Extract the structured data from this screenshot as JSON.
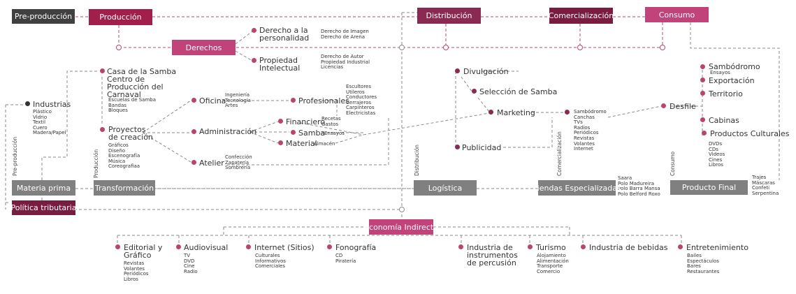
{
  "colors": {
    "dark": "#404040",
    "red": "#a31f4b",
    "pink": "#c2427a",
    "maroon": "#7a1c3f",
    "gray": "#808080",
    "dot": "#b8456e",
    "line": "#8a8a8a",
    "dash_red": "#b8456e"
  },
  "top": {
    "preproduccion": "Pre-producción",
    "produccion": "Producción",
    "distribucion": "Distribución",
    "comercializacion": "Comercialización",
    "consumo": "Consumo"
  },
  "derechos": {
    "title": "Derechos",
    "imagen_head": "Derecho a la personalidad",
    "imagen_items": "Derecho de Imagen\nDerecho de Arena",
    "intelectual_head": "Propiedad Intelectual",
    "intelectual_items": "Derecho de Autor\nPropiedad Industrial\nLicencias"
  },
  "preproduccion": {
    "industrias": "Industrias",
    "industrias_items": "Plástico\nVidrio\nTextil\nCuero\nMadera/Papel",
    "vertical": "Pre-producción"
  },
  "produccion": {
    "casa": "Casa de la Samba\nCentro de\nProducción del\nCarnaval",
    "casa_items": "Escuelas de Samba\nBandas\nBloques",
    "proyectos": "Proyectos\nde creación",
    "proyectos_items": "Gráficos\nDiseño\nEscenografía\nMúsica\nCoreografiaa",
    "vertical": "Producción",
    "oficina": "Oficina",
    "oficina_items": "Ingeniería\nTecnología\nArtes",
    "profesionales": "Profesionales",
    "profesionales_items": "Escultores\nUtileros\nConductores\nCerrajeros\nCarpinteros\nElectricistas",
    "administracion": "Administración",
    "financiero": "Financiero",
    "financiero_items": "Recetas\nGastos",
    "samba": "Samba",
    "samba_items": "Ensayos",
    "material": "Material",
    "material_items": "Almacén",
    "atelier": "Atelier",
    "atelier_items": "Confección\nZapatería\nSombrería"
  },
  "distribucion": {
    "vertical": "Distribución",
    "divulgacion": "Divulgación",
    "seleccion": "Selección de Samba",
    "marketing": "Marketing",
    "publicidad": "Publicidad"
  },
  "comercializacion": {
    "vertical": "Comercialización",
    "sambodromo_items": "Sambódromo\nCanchas\nTVs\nRadios\nPeriódicos\nRevistas\nVolantes\nInternet",
    "tiendas": "Tiendas Especializadas",
    "tiendas_items": "Saara\nPolo Madureira\nPolo Barra Mansa\nPolo Belford Roxo"
  },
  "consumo": {
    "vertical": "Consumo",
    "sambodromo": "Sambódromo",
    "sambodromo_items": "Ensayos",
    "exportacion": "Exportación",
    "territorio": "Territorio",
    "desfile": "Desfile",
    "cabinas": "Cabinas",
    "productos": "Productos Culturales",
    "productos_items": "DVDs\nCDs\nVideos\nCines\nLibros",
    "producto_final": "Producto Final",
    "producto_final_items": "Trajes\nMáscaras\nConfeti\nSerpentina"
  },
  "bottom_bar": {
    "materia": "Materia prima",
    "transformacion": "Transformación",
    "logistica": "Logística",
    "politica": "Política tributaria"
  },
  "economia": {
    "title": "Economía Indirecta",
    "items": [
      {
        "label": "Editorial y\nGráfico",
        "sub": "Revistas\nVolantes\nPeriódicos\nLibros"
      },
      {
        "label": "Audiovisual",
        "sub": "TV\nDVD\nCine\nRadio"
      },
      {
        "label": "Internet (Sitios)",
        "sub": "Culturales\nInformativos\nComerciales"
      },
      {
        "label": "Fonografía",
        "sub": "CD\nPiratería"
      },
      {
        "label": "Industria de\ninstrumentos\nde percusión",
        "sub": ""
      },
      {
        "label": "Turismo",
        "sub": "Alojamiento\nAlimentación\nTransporte\nComercio"
      },
      {
        "label": "Industria de bebidas",
        "sub": ""
      },
      {
        "label": "Entretenimiento",
        "sub": "Bailes\nEspectáculos\nBares\nRestaurantes"
      }
    ]
  }
}
